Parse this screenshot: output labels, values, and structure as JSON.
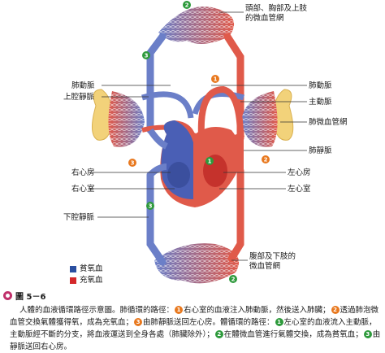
{
  "labels": {
    "upper_capillaries": "頭部、胸部及上肢",
    "upper_capillaries_2": "的微血管網",
    "pulmonary_artery_left": "肺動脈",
    "pulmonary_artery_right": "肺動脈",
    "superior_vena_cava": "上腔靜脈",
    "aorta": "主動脈",
    "lung_capillaries": "肺微血管網",
    "pulmonary_vein": "肺靜脈",
    "right_atrium": "右心房",
    "left_atrium": "左心房",
    "right_ventricle": "右心室",
    "left_ventricle": "左心室",
    "inferior_vena_cava": "下腔靜脈",
    "lower_capillaries": "腹部及下肢的",
    "lower_capillaries_2": "微血管網"
  },
  "markers": {
    "m1": "1",
    "m2": "2",
    "m3": "3"
  },
  "legend": {
    "deoxygenated": "貧氧血",
    "oxygenated": "充氧血",
    "deoxygenated_color": "#2a4fa0",
    "oxygenated_color": "#d4282a"
  },
  "caption": {
    "figure_label": "圖 5－6",
    "title": "人體的血液循環路徑示意圖。",
    "p1": "肺循環的路徑：",
    "p2": "右心室的血液注入肺動脈，然後送入肺臟；",
    "p3": "透過肺泡微血管交換氣體獲得氧，成為充氧血；",
    "p4": "由肺靜脈送回左心房。體循環的路徑：",
    "p5": "左心室的血液流入主動脈，主動脈經不斷的分支，將血液運送到全身各處（肺臟除外）；",
    "p6": "在體微血管進行氣體交換，成為貧氧血；",
    "p7": "由靜脈送回右心房。"
  },
  "colors": {
    "orange_marker": "#e8781e",
    "green_marker": "#2e9a3c",
    "vein_blue": "#6b7fc8",
    "artery_red": "#e05a4a",
    "lung_yellow": "#f2d27a"
  }
}
